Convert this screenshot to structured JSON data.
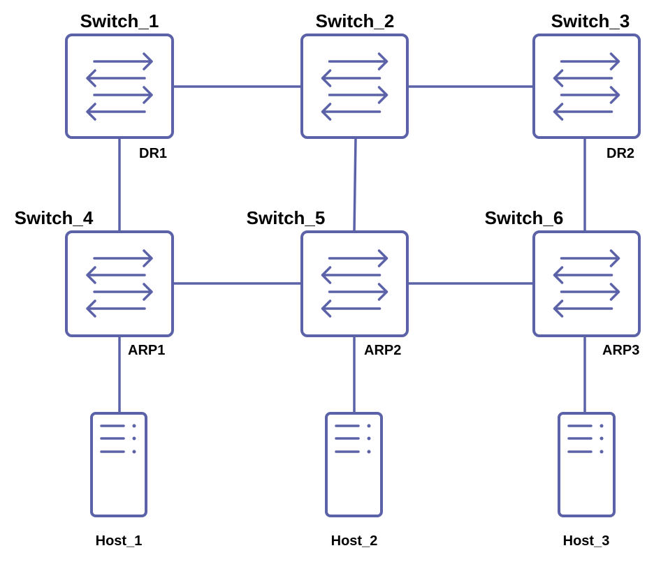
{
  "colors": {
    "stroke": "#5b62a8",
    "background": "#ffffff",
    "text": "#000000"
  },
  "switches": [
    {
      "id": "s1",
      "name": "Switch_1",
      "tag": "DR1",
      "icon": "switch-arrows-icon"
    },
    {
      "id": "s2",
      "name": "Switch_2",
      "tag": "",
      "icon": "switch-arrows-icon"
    },
    {
      "id": "s3",
      "name": "Switch_3",
      "tag": "DR2",
      "icon": "switch-arrows-icon"
    },
    {
      "id": "s4",
      "name": "Switch_4",
      "tag": "ARP1",
      "icon": "switch-arrows-icon"
    },
    {
      "id": "s5",
      "name": "Switch_5",
      "tag": "ARP2",
      "icon": "switch-arrows-icon"
    },
    {
      "id": "s6",
      "name": "Switch_6",
      "tag": "ARP3",
      "icon": "switch-arrows-icon"
    }
  ],
  "hosts": [
    {
      "id": "h1",
      "name": "Host_1",
      "icon": "server-icon"
    },
    {
      "id": "h2",
      "name": "Host_2",
      "icon": "server-icon"
    },
    {
      "id": "h3",
      "name": "Host_3",
      "icon": "server-icon"
    }
  ],
  "links": [
    {
      "from": "s1",
      "to": "s2"
    },
    {
      "from": "s2",
      "to": "s3"
    },
    {
      "from": "s1",
      "to": "s4"
    },
    {
      "from": "s2",
      "to": "s5"
    },
    {
      "from": "s3",
      "to": "s6"
    },
    {
      "from": "s4",
      "to": "s5"
    },
    {
      "from": "s5",
      "to": "s6"
    },
    {
      "from": "s4",
      "to": "h1"
    },
    {
      "from": "s5",
      "to": "h2"
    },
    {
      "from": "s6",
      "to": "h3"
    }
  ]
}
